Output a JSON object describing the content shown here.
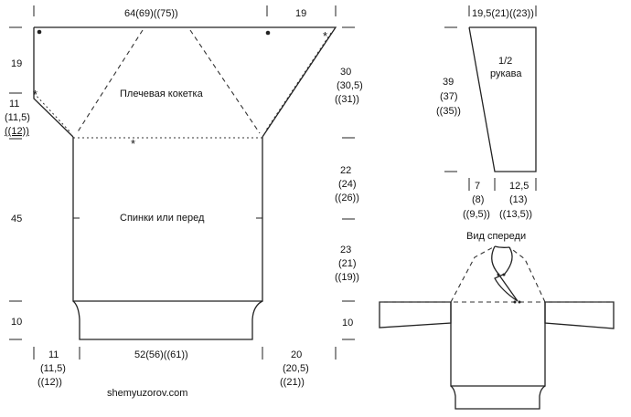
{
  "colors": {
    "line": "#222222",
    "background": "#ffffff"
  },
  "labels": {
    "top_width": "64(69)((75))",
    "top_right_19": "19",
    "left_top_19": "19",
    "left_11": "11",
    "left_11_5": "(11,5)",
    "left_12": "((12))",
    "left_45": "45",
    "left_10": "10",
    "right_30": "30",
    "right_30_5": "(30,5)",
    "right_31": "((31))",
    "right_22": "22",
    "right_24": "(24)",
    "right_26": "((26))",
    "right_23": "23",
    "right_21": "(21)",
    "right_19": "((19))",
    "right_10": "10",
    "bottom_left_11": "11",
    "bottom_left_11_5": "(11,5)",
    "bottom_left_12": "((12))",
    "bottom_width": "52(56)((61))",
    "bottom_right_20": "20",
    "bottom_right_20_5": "(20,5)",
    "bottom_right_21": "((21))",
    "sleeve_top": "19,5(21)((23))",
    "sleeve_39": "39",
    "sleeve_37": "(37)",
    "sleeve_35": "((35))",
    "sleeve_7": "7",
    "sleeve_8": "(8)",
    "sleeve_9_5": "((9,5))",
    "sleeve_12_5": "12,5",
    "sleeve_13": "(13)",
    "sleeve_13_5": "((13,5))"
  },
  "titles": {
    "yoke": "Плечевая кокетка",
    "body": "Спинки или перед",
    "sleeve_half": "1/2",
    "sleeve_word": "рукава",
    "front_view": "Вид спереди"
  },
  "marks": {
    "star": "*"
  },
  "website": "shemyuzorov.com"
}
